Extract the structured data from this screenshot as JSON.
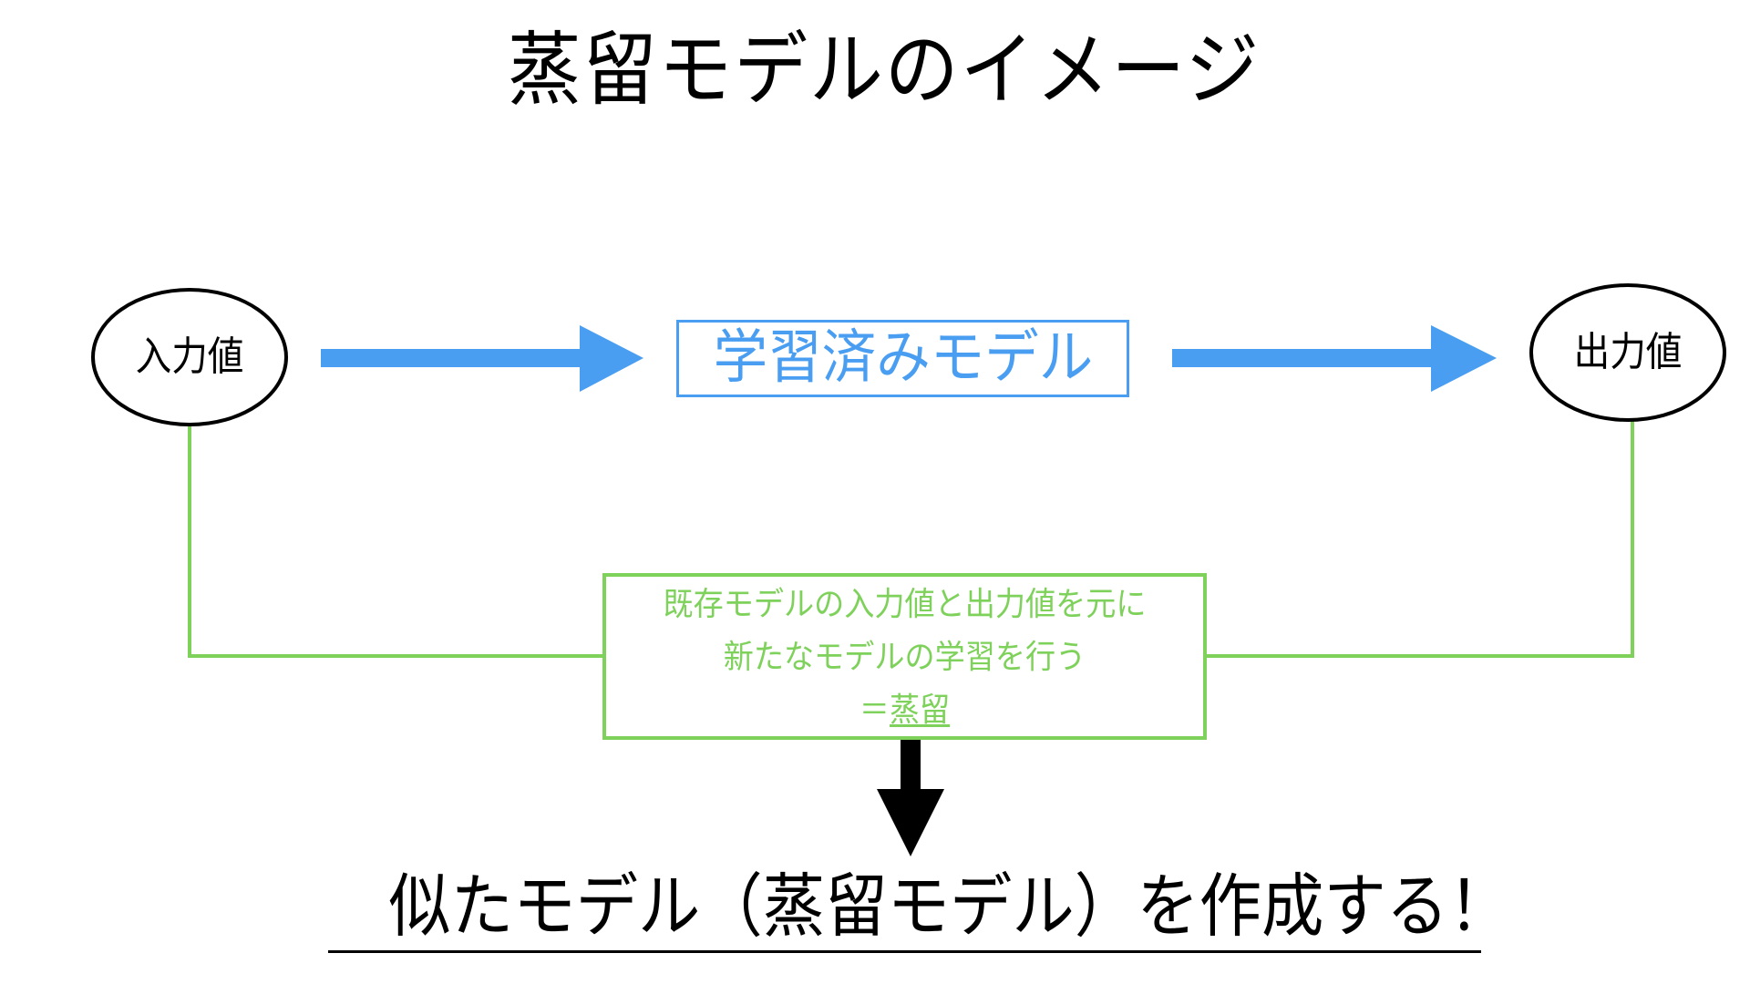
{
  "title": "蒸留モデルのイメージ",
  "nodes": {
    "input": "入力値",
    "model": "学習済みモデル",
    "output": "出力値"
  },
  "distillation_box": {
    "line1": "既存モデルの入力値と出力値を元に",
    "line2": "新たなモデルの学習を行う",
    "line3_prefix": "＝",
    "line3_term": "蒸留"
  },
  "result": "似たモデル（蒸留モデル）を作成する！",
  "colors": {
    "model_blue": "#4a9ef2",
    "distill_green": "#7ed15a",
    "text_black": "#000000"
  }
}
